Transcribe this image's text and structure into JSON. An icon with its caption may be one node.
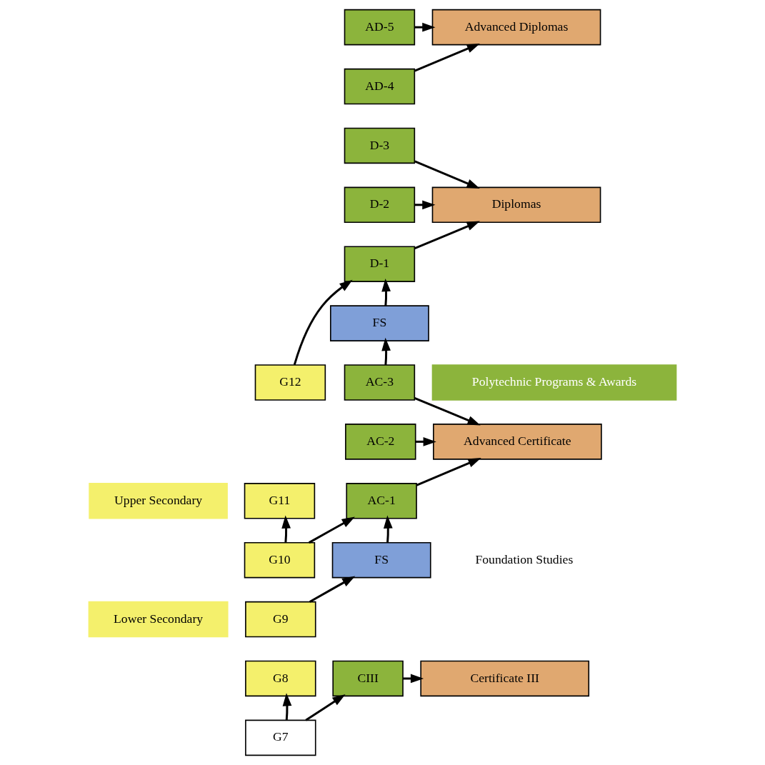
{
  "diagram": {
    "nodes": [
      {
        "text": [
          "AD-5"
        ]
      },
      {
        "text": [
          "AD-4"
        ]
      },
      {
        "text": [
          "D-3"
        ]
      },
      {
        "text": [
          "D-2"
        ]
      },
      {
        "text": [
          "D-1"
        ]
      },
      {
        "text": [
          "Advanced Diplomas"
        ]
      },
      {
        "text": [
          "Diplomas"
        ]
      },
      {
        "text": [
          "FS"
        ]
      },
      {
        "text": [
          "Upper Secondary"
        ]
      },
      {
        "text": [
          "G12"
        ]
      },
      {
        "text": [
          "G11"
        ]
      },
      {
        "text": [
          "AC-3"
        ]
      },
      {
        "text": [
          "AC-2"
        ]
      },
      {
        "text": [
          "AC-1"
        ]
      },
      {
        "text": [
          "Advanced Certificate"
        ]
      },
      {
        "text": [
          "Lower Secondary"
        ]
      },
      {
        "text": [
          "G10"
        ]
      },
      {
        "text": [
          "FS"
        ],
        "beside": [
          "Foundation Studies"
        ]
      },
      {
        "text": [
          "G9"
        ]
      },
      {
        "text": [
          "G8"
        ]
      },
      {
        "text": [
          "CIII"
        ]
      },
      {
        "text": [
          "Certificate III"
        ]
      },
      {
        "text": [
          "G7"
        ]
      },
      {
        "text": [
          "Polytechnic Programs & Awards"
        ]
      }
    ],
    "edges": [
      {
        "from": 0,
        "to": 5,
        "arrow": "to"
      },
      {
        "from": 1,
        "to": 5,
        "arrow": "to"
      },
      {
        "from": 2,
        "to": 6,
        "arrow": "to"
      },
      {
        "from": 3,
        "to": 6,
        "arrow": "to"
      },
      {
        "from": 4,
        "to": 6,
        "arrow": "to"
      },
      {
        "from": 9,
        "to": 4,
        "arrow": "to"
      },
      {
        "from": 7,
        "to": 4,
        "arrow": "to"
      },
      {
        "from": 11,
        "to": 7,
        "arrow": "to"
      },
      {
        "from": 11,
        "to": 14,
        "arrow": "to"
      },
      {
        "from": 12,
        "to": 14,
        "arrow": "to"
      },
      {
        "from": 13,
        "to": 14,
        "arrow": "to"
      },
      {
        "from": 16,
        "to": 10,
        "arrow": "to"
      },
      {
        "from": 16,
        "to": 13,
        "arrow": "to"
      },
      {
        "from": 17,
        "to": 13,
        "arrow": "to"
      },
      {
        "from": 18,
        "to": 17,
        "arrow": "to"
      },
      {
        "from": 20,
        "to": 21,
        "arrow": "to"
      },
      {
        "from": 22,
        "to": 19,
        "arrow": "to"
      },
      {
        "from": 22,
        "to": 20,
        "arrow": "to"
      }
    ]
  }
}
